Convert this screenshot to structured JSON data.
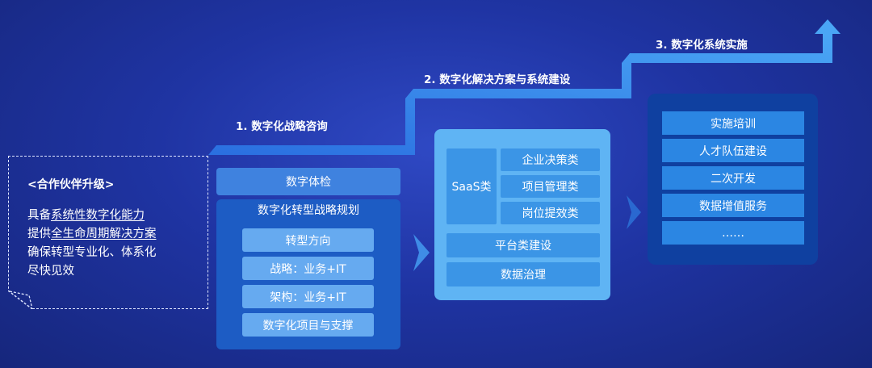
{
  "steps": {
    "step1": "1. 数字化战略咨询",
    "step2": "2. 数字化解决方案与系统建设",
    "step3": "3. 数字化系统实施"
  },
  "partner": {
    "title": "<合作伙伴升级>",
    "line1_prefix": "具备",
    "line1_underlined": "系统性数字化能力",
    "line2_prefix": "提供",
    "line2_underlined": "全生命周期解决方案",
    "line3": "确保转型专业化、体系化",
    "line4": "尽快见效"
  },
  "column1": {
    "top": "数字体检",
    "header": "数字化转型战略规划",
    "items": [
      "转型方向",
      "战略：业务+IT",
      "架构：业务+IT",
      "数字化项目与支撑"
    ]
  },
  "column2": {
    "saas_label": "SaaS类",
    "saas_items": [
      "企业决策类",
      "项目管理类",
      "岗位提效类"
    ],
    "bottom_items": [
      "平台类建设",
      "数据治理"
    ]
  },
  "column3": {
    "items": [
      "实施培训",
      "人才队伍建设",
      "二次开发",
      "数据增值服务",
      "……"
    ]
  },
  "colors": {
    "background": "#1f34a3",
    "stair_line": "#3c8ef0",
    "column1_dark": "#1d5cc4",
    "column1_light": "#66aaf0",
    "column2": "#5fb4f4",
    "column3": "#0f40a0"
  }
}
